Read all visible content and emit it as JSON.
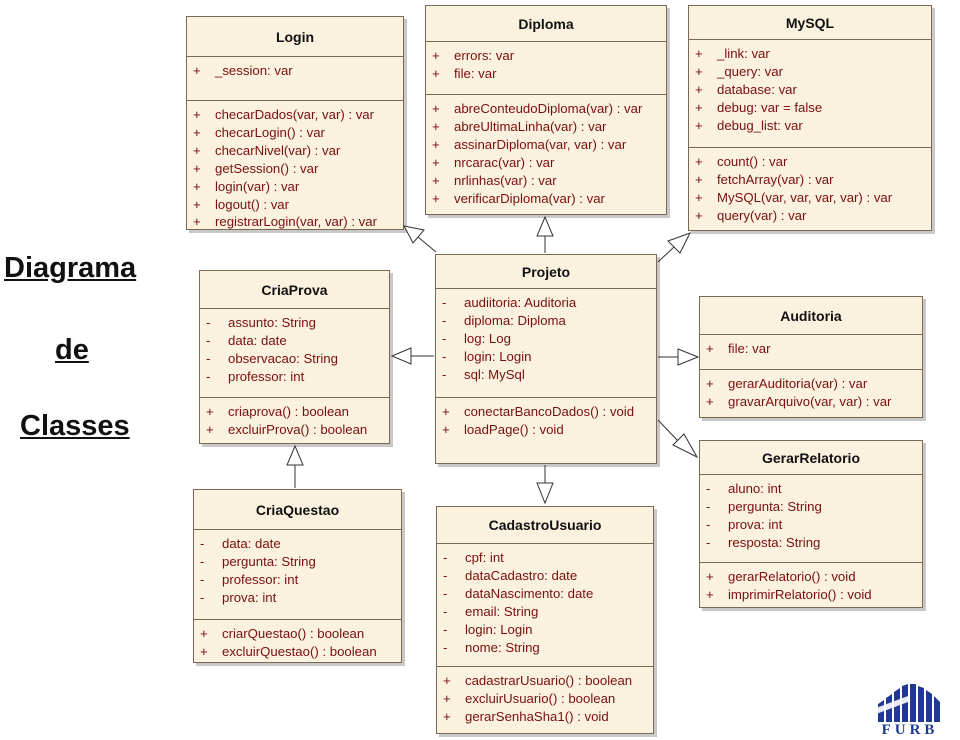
{
  "title_words": [
    "Diagrama",
    "de",
    "Classes"
  ],
  "classes": {
    "login": {
      "name": "Login",
      "attributes": [
        [
          "+",
          "_session: var"
        ]
      ],
      "methods": [
        [
          "+",
          "checarDados(var, var) : var"
        ],
        [
          "+",
          "checarLogin() : var"
        ],
        [
          "+",
          "checarNivel(var) : var"
        ],
        [
          "+",
          "getSession() : var"
        ],
        [
          "+",
          "login(var) : var"
        ],
        [
          "+",
          "logout() : var"
        ],
        [
          "+",
          "registrarLogin(var, var) : var"
        ]
      ]
    },
    "diploma": {
      "name": "Diploma",
      "attributes": [
        [
          "+",
          "errors: var"
        ],
        [
          "+",
          "file: var"
        ]
      ],
      "methods": [
        [
          "+",
          "abreConteudoDiploma(var) : var"
        ],
        [
          "+",
          "abreUltimaLinha(var) : var"
        ],
        [
          "+",
          "assinarDiploma(var, var) : var"
        ],
        [
          "+",
          "nrcarac(var) : var"
        ],
        [
          "+",
          "nrlinhas(var) : var"
        ],
        [
          "+",
          "verificarDiploma(var) : var"
        ]
      ]
    },
    "mysql": {
      "name": "MySQL",
      "attributes": [
        [
          "+",
          "_link: var"
        ],
        [
          "+",
          "_query: var"
        ],
        [
          "+",
          "database: var"
        ],
        [
          "+",
          "debug: var = false"
        ],
        [
          "+",
          "debug_list: var"
        ]
      ],
      "methods": [
        [
          "+",
          "count() : var"
        ],
        [
          "+",
          "fetchArray(var) : var"
        ],
        [
          "+",
          "MySQL(var, var, var, var) : var"
        ],
        [
          "+",
          "query(var) : var"
        ]
      ]
    },
    "criaprova": {
      "name": "CriaProva",
      "attributes": [
        [
          "-",
          "assunto: String"
        ],
        [
          "-",
          "data: date"
        ],
        [
          "-",
          "observacao: String"
        ],
        [
          "-",
          "professor: int"
        ]
      ],
      "methods": [
        [
          "+",
          "criaprova() : boolean"
        ],
        [
          "+",
          "excluirProva() : boolean"
        ]
      ]
    },
    "projeto": {
      "name": "Projeto",
      "attributes": [
        [
          "-",
          "audiitoria: Auditoria"
        ],
        [
          "-",
          "diploma: Diploma"
        ],
        [
          "-",
          "log: Log"
        ],
        [
          "-",
          "login: Login"
        ],
        [
          "-",
          "sql: MySql"
        ]
      ],
      "methods": [
        [
          "+",
          "conectarBancoDados() : void"
        ],
        [
          "+",
          "loadPage() : void"
        ]
      ]
    },
    "auditoria": {
      "name": "Auditoria",
      "attributes": [
        [
          "+",
          "file: var"
        ]
      ],
      "methods": [
        [
          "+",
          "gerarAuditoria(var) : var"
        ],
        [
          "+",
          "gravarArquivo(var, var) : var"
        ]
      ]
    },
    "gerarrelatorio": {
      "name": "GerarRelatorio",
      "attributes": [
        [
          "-",
          "aluno: int"
        ],
        [
          "-",
          "pergunta: String"
        ],
        [
          "-",
          "prova: int"
        ],
        [
          "-",
          "resposta: String"
        ]
      ],
      "methods": [
        [
          "+",
          "gerarRelatorio() : void"
        ],
        [
          "+",
          "imprimirRelatorio() : void"
        ]
      ]
    },
    "criaquestao": {
      "name": "CriaQuestao",
      "attributes": [
        [
          "-",
          "data: date"
        ],
        [
          "-",
          "pergunta: String"
        ],
        [
          "-",
          "professor: int"
        ],
        [
          "-",
          "prova: int"
        ]
      ],
      "methods": [
        [
          "+",
          "criarQuestao() : boolean"
        ],
        [
          "+",
          "excluirQuestao() : boolean"
        ]
      ]
    },
    "cadastrousuario": {
      "name": "CadastroUsuario",
      "attributes": [
        [
          "-",
          "cpf: int"
        ],
        [
          "-",
          "dataCadastro: date"
        ],
        [
          "-",
          "dataNascimento: date"
        ],
        [
          "-",
          "email: String"
        ],
        [
          "-",
          "login: Login"
        ],
        [
          "-",
          "nome: String"
        ]
      ],
      "methods": [
        [
          "+",
          "cadastrarUsuario() : boolean"
        ],
        [
          "+",
          "excluirUsuario() : boolean"
        ],
        [
          "+",
          "gerarSenhaSha1() : void"
        ]
      ]
    }
  },
  "logo": {
    "text": "FURB",
    "color": "#1f3a93"
  }
}
